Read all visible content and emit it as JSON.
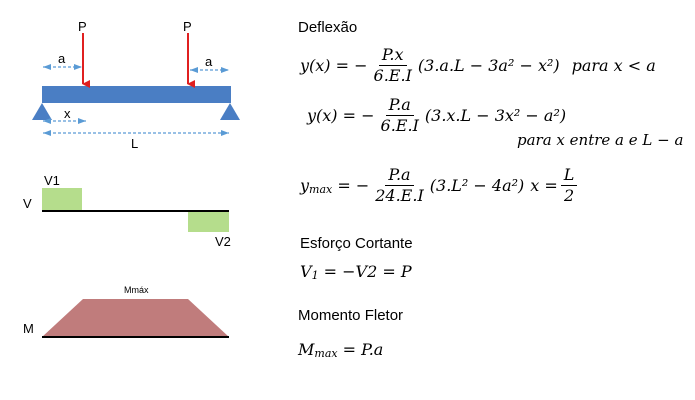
{
  "beam": {
    "load_left": "P",
    "load_right": "P",
    "dim_a_left": "a",
    "dim_a_right": "a",
    "dim_x": "x",
    "dim_L": "L"
  },
  "shear": {
    "axis_label": "V",
    "v1": "V1",
    "v2": "V2"
  },
  "moment": {
    "axis_label": "M",
    "max_label": "Mmáx"
  },
  "colors": {
    "beam": "#4a7ec4",
    "load_arrow": "#e02020",
    "dim_arrow": "#5a9bd5",
    "shear_fill": "#b5dd8c",
    "moment_fill": "#c07c7c"
  },
  "sections": {
    "deflection": "Deflexão",
    "shear": "Esforço Cortante",
    "moment": "Momento Fletor"
  },
  "equations": {
    "eq1": {
      "lhs": "y(x) = −",
      "num": "P.x",
      "den": "6.E.I",
      "rhs": "(3.a.L − 3a² − x²)",
      "cond": "para x < a"
    },
    "eq2": {
      "lhs": "y(x) = −",
      "num": "P.a",
      "den": "6.E.I",
      "rhs": "(3.x.L − 3x² − a²)",
      "cond": "para x entre a e L − a"
    },
    "eq3": {
      "lhs": "y",
      "lhs_sub": "max",
      "lhs_eq": " = −",
      "num": "P.a",
      "den": "24.E.I",
      "rhs": "(3.L² − 4a²)",
      "x_eq": "x =",
      "x_num": "L",
      "x_den": "2"
    },
    "eq4": {
      "text_v1": "V",
      "sub1": "1",
      "text_rest": " = −V2 = P"
    },
    "eq5": {
      "lhs": "M",
      "lhs_sub": "max",
      "rhs": " = P.a"
    }
  }
}
